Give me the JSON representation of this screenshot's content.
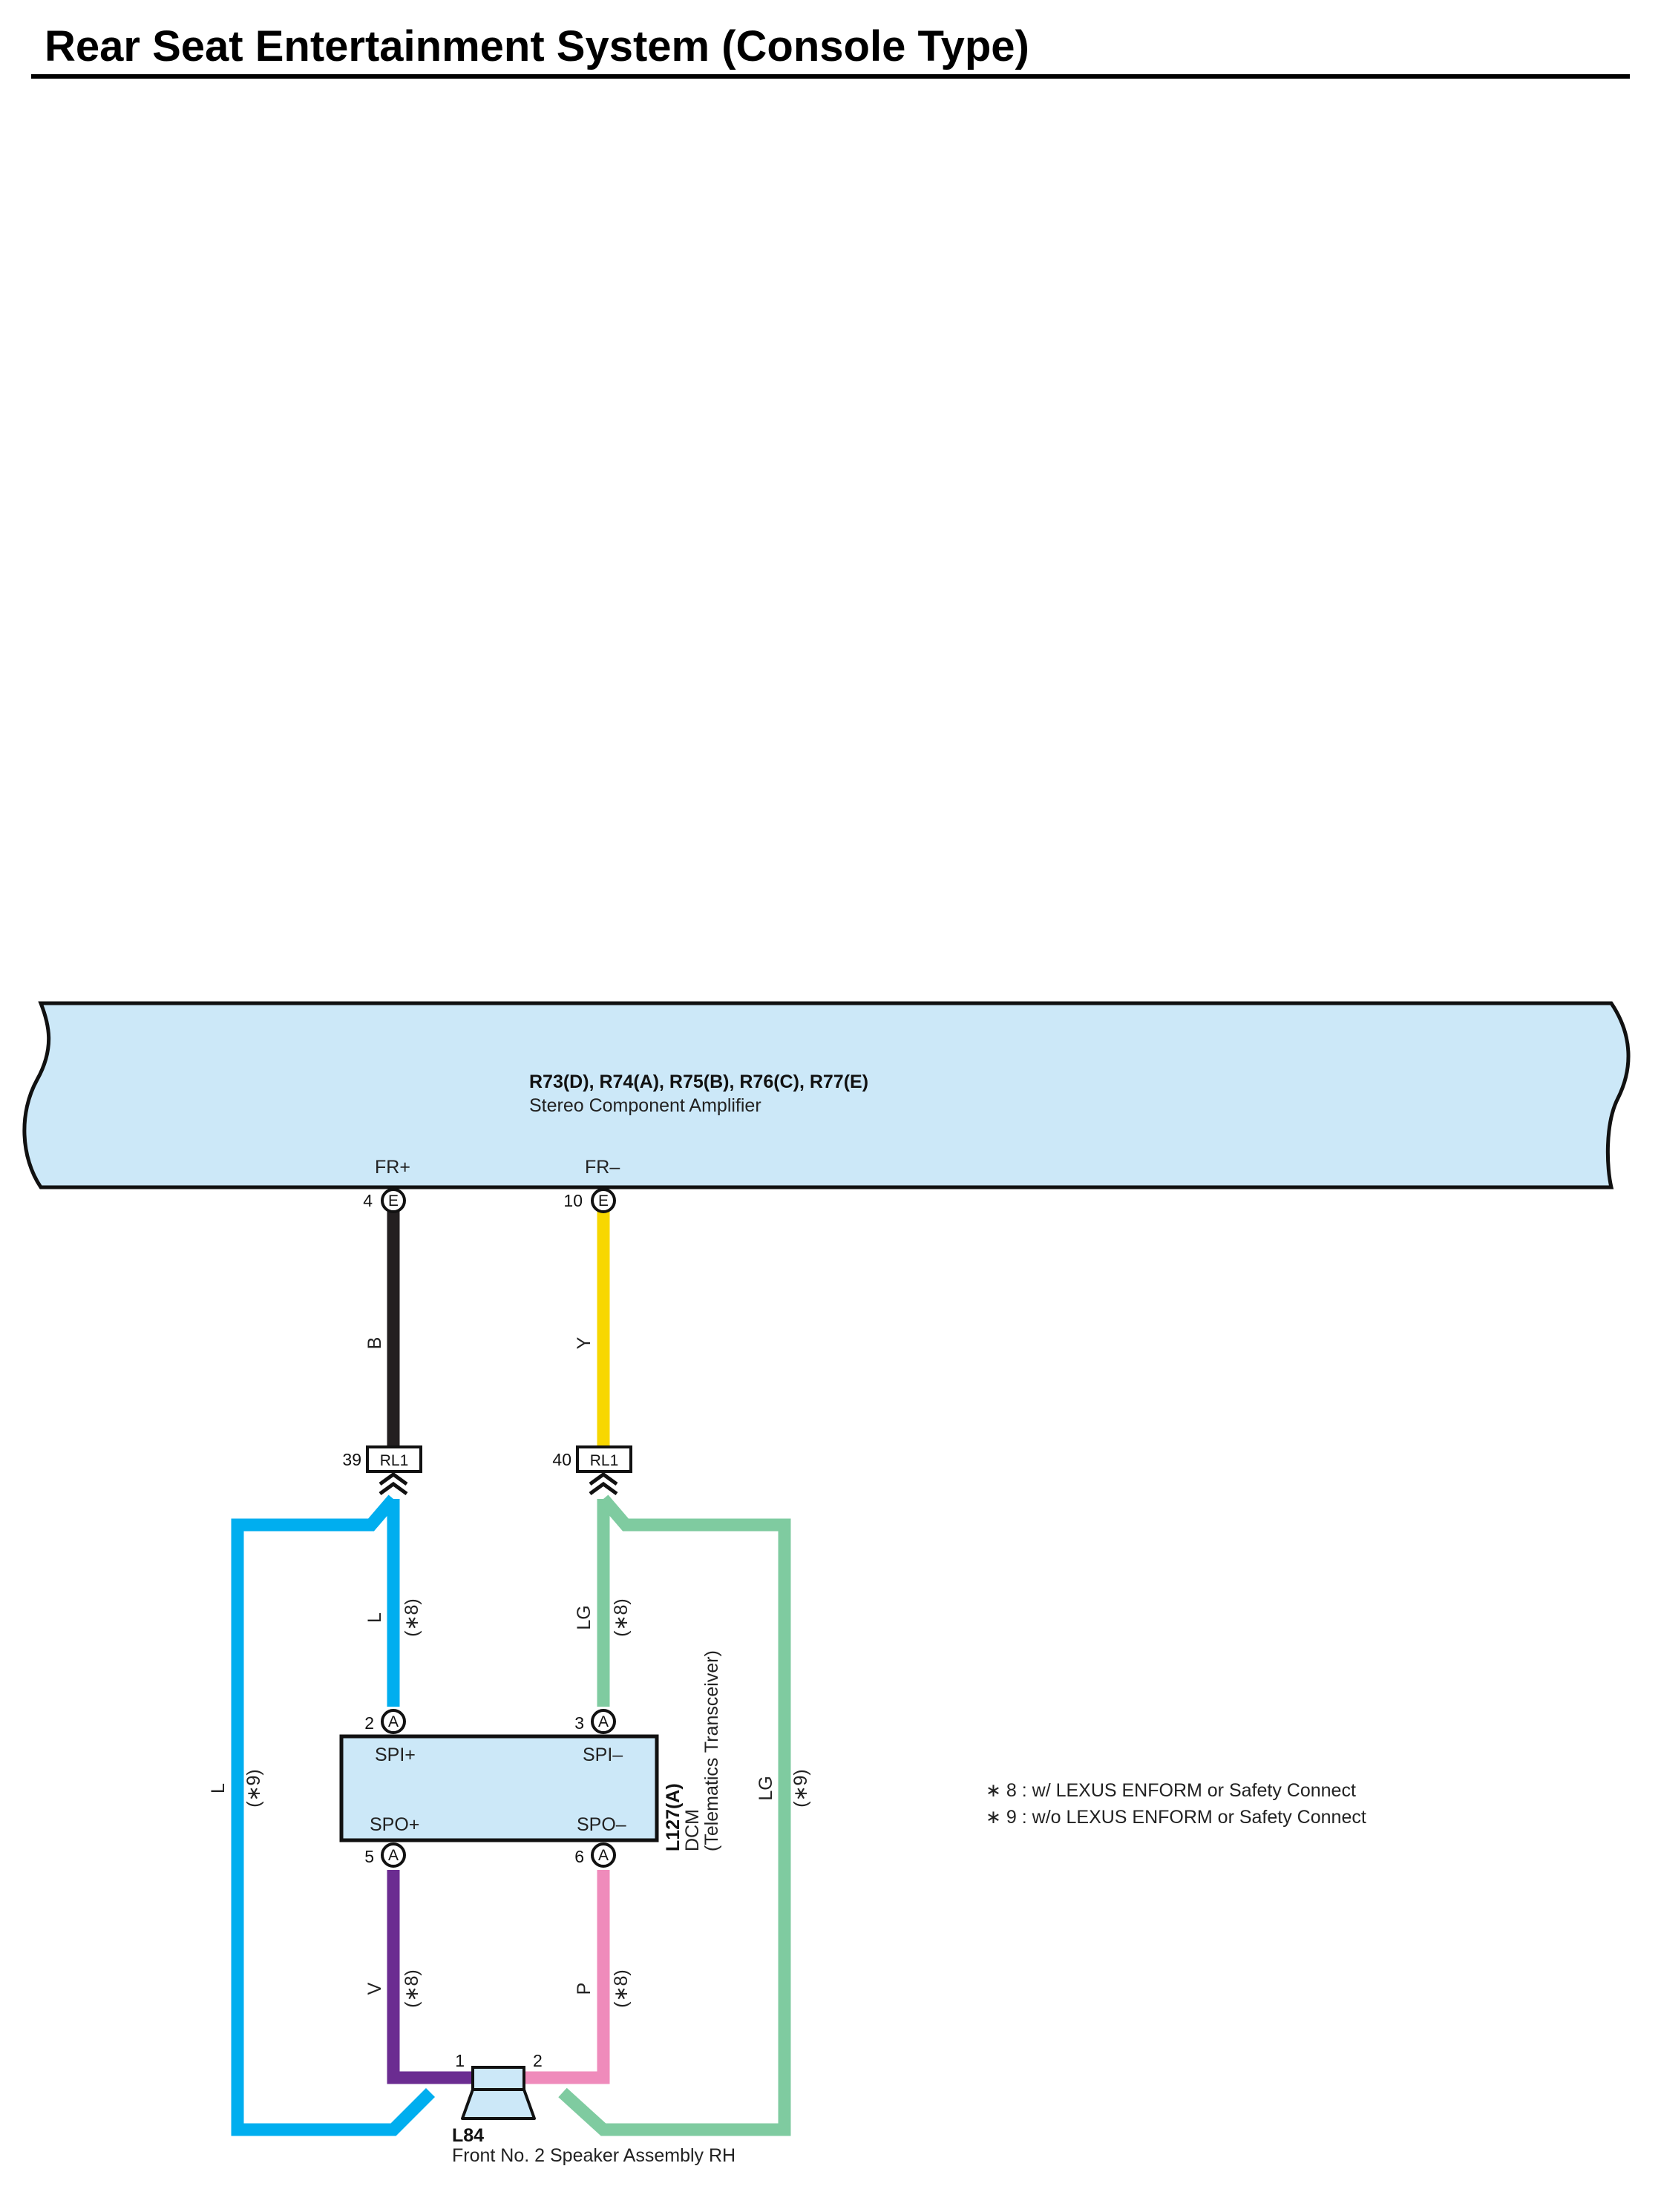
{
  "title": "Rear Seat Entertainment System (Console Type)",
  "colors": {
    "component_fill": "#cce8f8",
    "wire_B": "#231f20",
    "wire_Y": "#f7d700",
    "wire_L": "#00aeef",
    "wire_LG": "#7fcba0",
    "wire_V": "#6b2c91",
    "wire_P": "#ef8bbb"
  },
  "amplifier": {
    "connectors": "R73(D), R74(A), R75(B), R76(C), R77(E)",
    "name": "Stereo Component Amplifier",
    "fr_plus": {
      "label": "FR+",
      "pin": "4",
      "conn": "E"
    },
    "fr_minus": {
      "label": "FR–",
      "pin": "10",
      "conn": "E"
    }
  },
  "wires": {
    "B": "B",
    "Y": "Y",
    "L": "L",
    "LG": "LG",
    "V": "V",
    "P": "P"
  },
  "relays": {
    "left": {
      "pin": "39",
      "name": "RL1"
    },
    "right": {
      "pin": "40",
      "name": "RL1"
    }
  },
  "option_tags": {
    "opt8": "(∗8)",
    "opt9": "(∗9)"
  },
  "dcm": {
    "connector": "L127(A)",
    "name": "DCM",
    "subtitle": "(Telematics Transceiver)",
    "spi_plus": {
      "label": "SPI+",
      "pin": "2",
      "conn": "A"
    },
    "spi_minus": {
      "label": "SPI–",
      "pin": "3",
      "conn": "A"
    },
    "spo_plus": {
      "label": "SPO+",
      "pin": "5",
      "conn": "A"
    },
    "spo_minus": {
      "label": "SPO–",
      "pin": "6",
      "conn": "A"
    }
  },
  "speaker": {
    "connector": "L84",
    "name": "Front No. 2 Speaker Assembly RH",
    "pin1": "1",
    "pin2": "2"
  },
  "notes": [
    "∗ 8 : w/ LEXUS ENFORM or Safety Connect",
    "∗ 9 : w/o LEXUS ENFORM or Safety Connect"
  ]
}
